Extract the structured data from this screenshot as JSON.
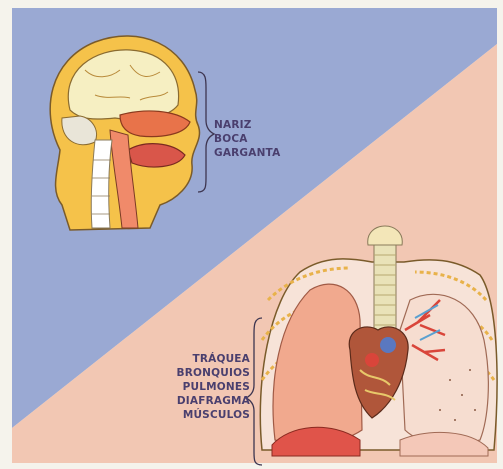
{
  "colors": {
    "upper_background": "#9aa9d3",
    "lower_background": "#f2c7b3",
    "frame": "#f5f3ec",
    "label_text": "#4a3f6e"
  },
  "upper_labels": [
    "NARIZ",
    "BOCA",
    "GARGANTA"
  ],
  "lower_labels": [
    "TRÁQUEA",
    "BRONQUIOS",
    "PULMONES",
    "DIAFRAGMA",
    "MÚSCULOS"
  ]
}
